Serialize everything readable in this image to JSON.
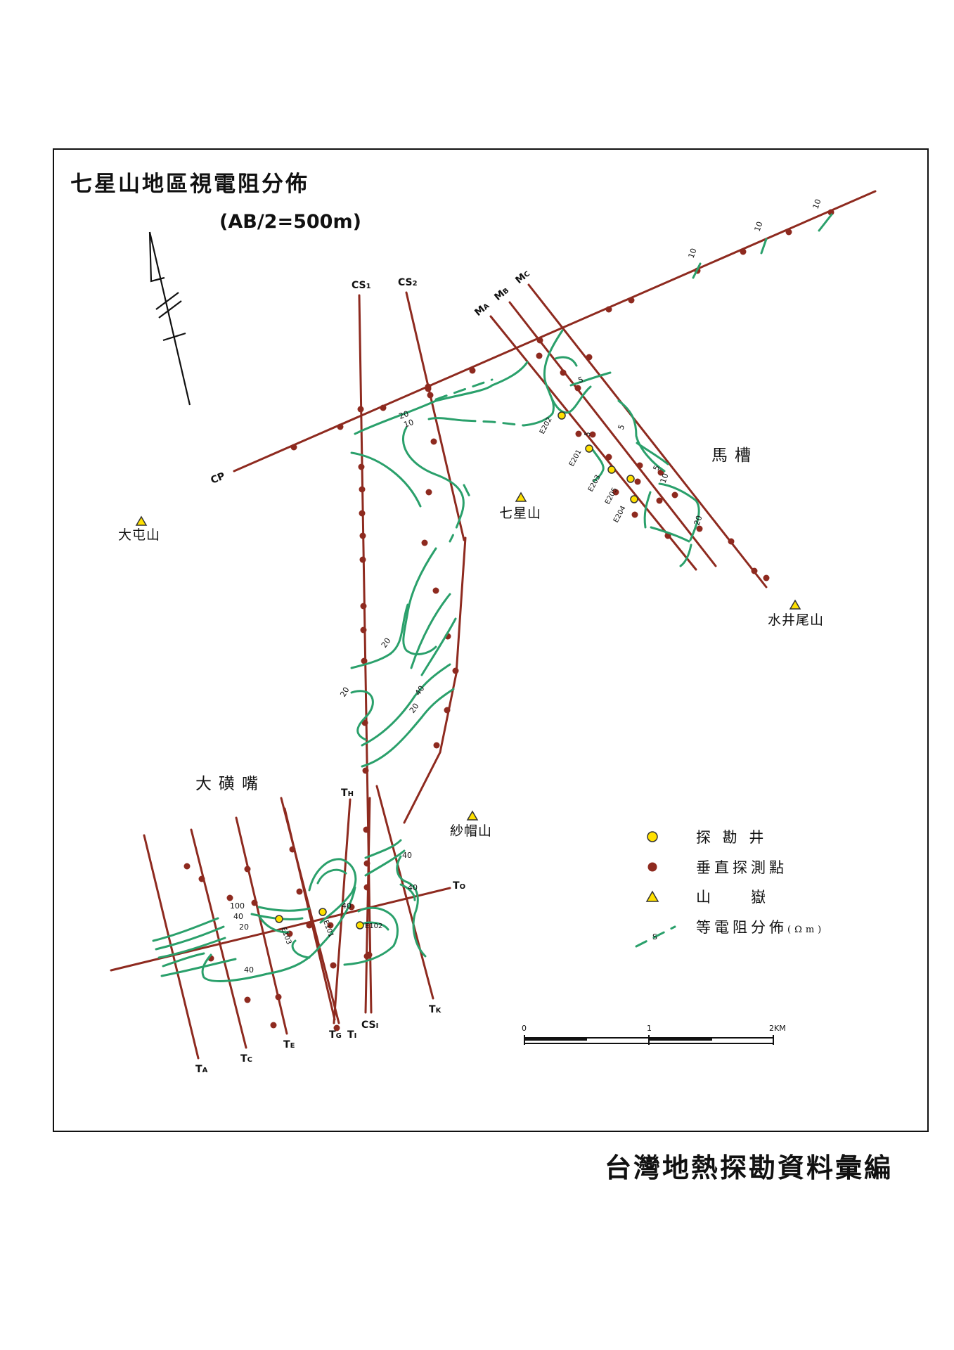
{
  "title": "七星山地區視電阻分佈",
  "subtitle": "(AB/2=500m)",
  "footer": "台灣地熱探勘資料彙編",
  "colors": {
    "survey_line": "#8e2a1f",
    "contour": "#2aa06b",
    "well": "#ffe000",
    "peak": "#ffe000"
  },
  "line_labels": {
    "CS1": {
      "main": "CS",
      "sub": "1"
    },
    "CS2": {
      "main": "CS",
      "sub": "2"
    },
    "MA": {
      "main": "M",
      "sub": "A"
    },
    "MB": {
      "main": "M",
      "sub": "B"
    },
    "MC": {
      "main": "M",
      "sub": "C"
    },
    "CP": {
      "main": "CP",
      "sub": ""
    },
    "TH": {
      "main": "T",
      "sub": "H"
    },
    "TO": {
      "main": "T",
      "sub": "O"
    },
    "TK": {
      "main": "T",
      "sub": "K"
    },
    "TG": {
      "main": "T",
      "sub": "G"
    },
    "TI": {
      "main": "T",
      "sub": "I"
    },
    "CSI": {
      "main": "CS",
      "sub": "I"
    },
    "TA": {
      "main": "T",
      "sub": "A"
    },
    "TC": {
      "main": "T",
      "sub": "C"
    },
    "TE": {
      "main": "T",
      "sub": "E"
    }
  },
  "places": {
    "datun": "大屯山",
    "qixing": "七星山",
    "shuijingwei": "水井尾山",
    "shamao": "紗帽山",
    "macao": "馬槽",
    "dayoukeng": "大磺嘴"
  },
  "wells": [
    "E202",
    "E201",
    "E203",
    "E205",
    "E204",
    "E101",
    "E102",
    "E103"
  ],
  "contour_values": {
    "c10a": "10",
    "c10b": "10",
    "c10c": "10",
    "c20a": "20",
    "c10d": "10",
    "c5a": "5",
    "c5b": "5",
    "c5c": "5",
    "c5d": "5",
    "c10e": "10",
    "c20b": "20",
    "c20c": "20",
    "c20d": "20",
    "c20e": "20",
    "c40a": "40",
    "c40b": "40",
    "c40c": "40",
    "c40d": "40",
    "c40e": "40",
    "c100": "100",
    "c40f": "40",
    "c20f": "20"
  },
  "legend": {
    "well": "探 勘 井",
    "station": "垂直探測點",
    "peak": "山　　嶽",
    "contour": "等電阻分佈",
    "contour_unit": "(Ωm)",
    "contour_symbol": "S"
  },
  "scale": {
    "zero": "0",
    "one": "1",
    "two": "2KM"
  }
}
